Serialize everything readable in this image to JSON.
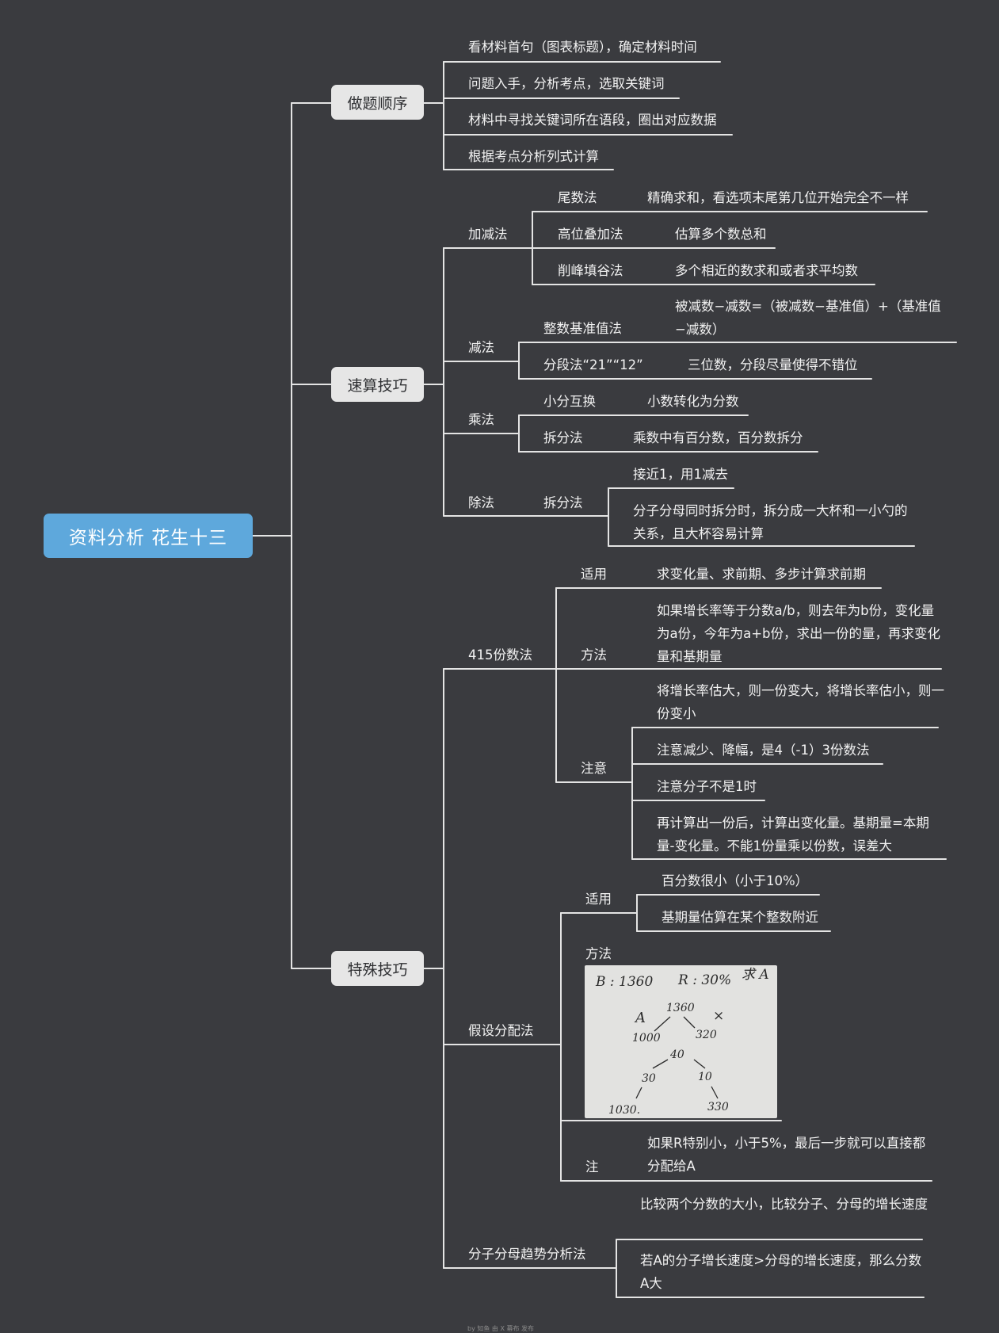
{
  "root": "资料分析 花生十三",
  "branches": {
    "order": "做题顺序",
    "speed": "速算技巧",
    "special": "特殊技巧"
  },
  "order_items": [
    "看材料首句（图表标题），确定材料时间",
    "问题入手，分析考点，选取关键词",
    "材料中寻找关键词所在语段，圈出对应数据",
    "根据考点分析列式计算"
  ],
  "speed": {
    "add": {
      "label": "加减法",
      "items": [
        {
          "name": "尾数法",
          "desc": "精确求和，看选项末尾第几位开始完全不一样"
        },
        {
          "name": "高位叠加法",
          "desc": "估算多个数总和"
        },
        {
          "name": "削峰填谷法",
          "desc": "多个相近的数求和或者求平均数"
        }
      ]
    },
    "sub": {
      "label": "减法",
      "items": [
        {
          "name": "整数基准值法",
          "desc": "被减数−减数=（被减数−基准值）+（基准值−减数）"
        },
        {
          "name": "分段法“21”“12”",
          "desc": "三位数，分段尽量使得不错位"
        }
      ]
    },
    "mul": {
      "label": "乘法",
      "items": [
        {
          "name": "小分互换",
          "desc": "小数转化为分数"
        },
        {
          "name": "拆分法",
          "desc": "乘数中有百分数，百分数拆分"
        }
      ]
    },
    "div": {
      "label": "除法",
      "method": "拆分法",
      "items": [
        "接近1，用1减去",
        "分子分母同时拆分时，拆分成一大杯和一小勺的关系，且大杯容易计算"
      ]
    }
  },
  "special": {
    "m415": {
      "label": "415份数法",
      "apply_label": "适用",
      "apply": "求变化量、求前期、多步计算求前期",
      "method_label": "方法",
      "method": "如果增长率等于分数a/b，则去年为b份，变化量为a份，今年为a+b份，求出一份的量，再求变化量和基期量",
      "note_label": "注意",
      "notes": [
        "将增长率估大，则一份变大，将增长率估小，则一份变小",
        "注意减少、降幅，是4（-1）3份数法",
        "注意分子不是1时",
        "再计算出一份后，计算出变化量。基期量=本期量-变化量。不能1份量乘以份数，误差大"
      ]
    },
    "assume": {
      "label": "假设分配法",
      "apply_label": "适用",
      "apply": [
        "百分数很小（小于10%）",
        "基期量估算在某个整数附近"
      ],
      "method_label": "方法",
      "note_label": "注",
      "note": "如果R特别小，小于5%，最后一步就可以直接都分配给A",
      "sketch": {
        "header": [
          "B : 1360",
          "R : 30%",
          "求 A"
        ],
        "nums": [
          "1360",
          "A",
          "×",
          "1000",
          "320",
          "40",
          "30",
          "10",
          "1030.",
          "330"
        ]
      }
    },
    "trend": {
      "label": "分子分母趋势分析法",
      "items": [
        "比较两个分数的大小，比较分子、分母的增长速度",
        "若A的分子增长速度>分母的增长速度，那么分数A大"
      ]
    }
  },
  "footer": "by 知鱼 由 X 幕布 发布"
}
